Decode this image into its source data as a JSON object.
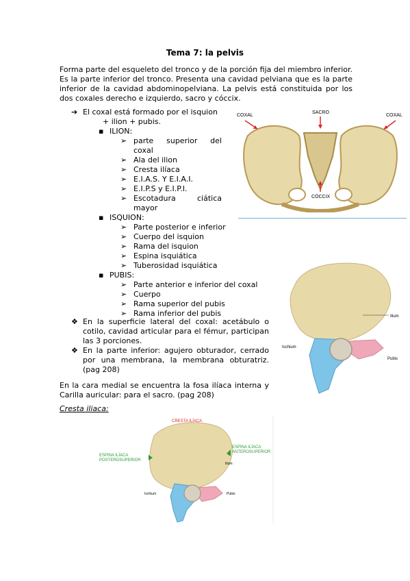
{
  "title": "Tema 7: la pelvis",
  "intro": "Forma parte del esqueleto del tronco y de la porción fija del miembro inferior. Es la parte inferior del tronco. Presenta una cavidad pelviana que es la parte inferior de la cavidad abdominopelviana. La pelvis está constituida por los dos coxales derecho e izquierdo, sacro y cóccix.",
  "coxal_line1": "El coxal está formado por el isquion",
  "coxal_line2": "+ ilion + pubis.",
  "ilion": {
    "heading": "ILION:",
    "items": [
      "parte superior del coxal",
      "Ala del ilion",
      "Cresta ilíaca",
      "E.I.A.S. Y E.I.A.I.",
      "E.I.P.S y E.I.P.I.",
      "Escotadura ciática mayor"
    ]
  },
  "isquion": {
    "heading": "ISQUION:",
    "items": [
      "Parte posterior e inferior",
      "Cuerpo del isquion",
      "Rama del isquion",
      "Espina isquiática",
      "Tuberosidad isquiática"
    ]
  },
  "pubis": {
    "heading": "PUBIS:",
    "items": [
      "Parte anterior e inferior del coxal",
      "Cuerpo",
      "Rama superior del pubis",
      "Rama inferior del pubis"
    ]
  },
  "diamond1": "En la superficie lateral del coxal: acetábulo o cotilo, cavidad articular para el fémur, participan las 3 porciones.",
  "diamond2": "En la parte inferior: agujero obturador, cerrado por una membrana, la membrana obturatriz. (pag 208)",
  "medial": "En la cara medial se encuentra la fosa ilíaca interna y Carilla auricular: para el sacro. (pag 208)",
  "cresta_heading": "Cresta iliaca:",
  "fig1": {
    "coxal_left": "COXAL",
    "sacro": "SACRO",
    "coxal_right": "COXAL",
    "coccix": "CÓCCIX"
  },
  "fig2": {
    "ilium": "Ilium",
    "ischium": "Ischium",
    "pubis": "Pubis"
  },
  "fig3": {
    "cresta": "CRESTA ILÍACA",
    "eias_1": "ESPINA ILÍACA",
    "eias_2": "ANTEROSUPERIOR",
    "eips_1": "ESPINA ILÍACA",
    "eips_2": "POSTEROSUPERIOR",
    "ilium": "Ilium",
    "ischium": "Ischium",
    "pubis": "Pubis"
  },
  "colors": {
    "arrow_red": "#d9262c",
    "label_green": "#2e9a3a",
    "bone": "#e8d9a8",
    "bone_dark": "#b89a55",
    "ischium_blue": "#7ec3e8",
    "pubis_pink": "#f0a8b8",
    "divider": "#6fb0d8"
  }
}
